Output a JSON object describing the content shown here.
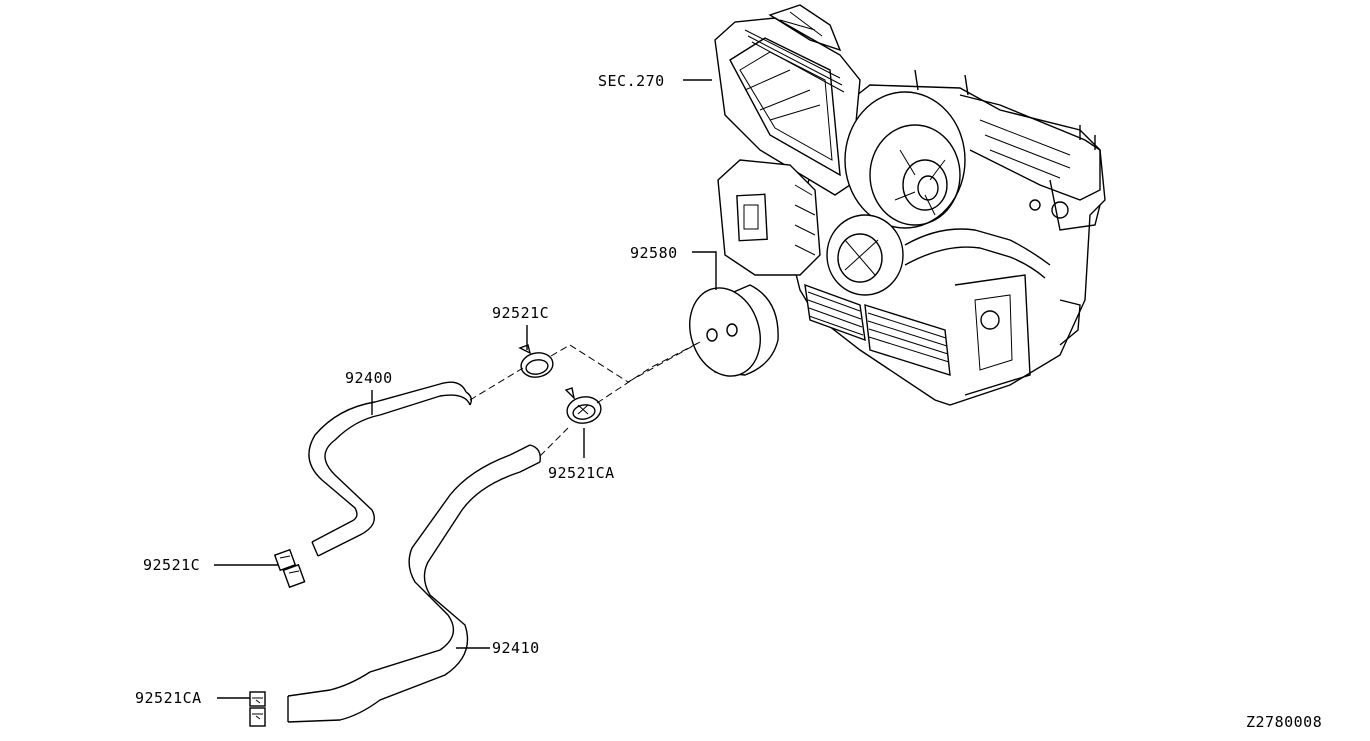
{
  "labels": {
    "sec_270": "SEC.270",
    "part_92580": "92580",
    "part_92521c_top": "92521C",
    "part_92400": "92400",
    "part_92521ca_mid": "92521CA",
    "part_92521c_left": "92521C",
    "part_92410": "92410",
    "part_92521ca_bottom": "92521CA",
    "diagram_code": "Z2780008"
  }
}
